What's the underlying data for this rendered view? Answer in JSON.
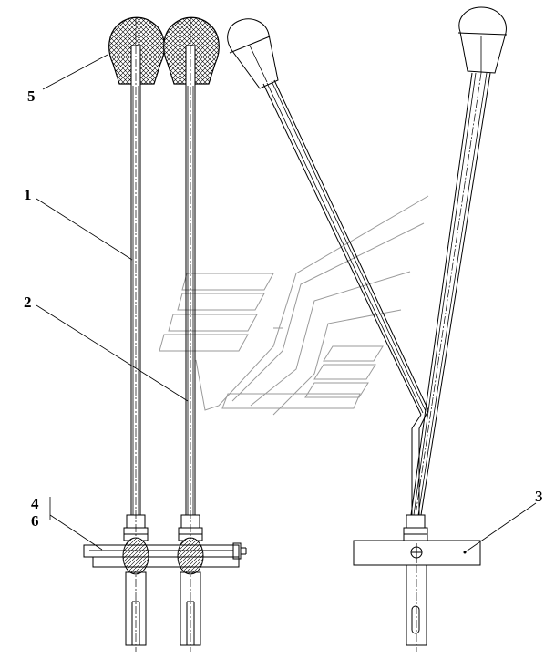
{
  "labels": {
    "l1": "1",
    "l2": "2",
    "l3": "3",
    "l4": "4",
    "l5": "5",
    "l6": "6"
  },
  "colors": {
    "line": "#000000",
    "watermark": "#9a9a9a",
    "background": "#ffffff"
  }
}
